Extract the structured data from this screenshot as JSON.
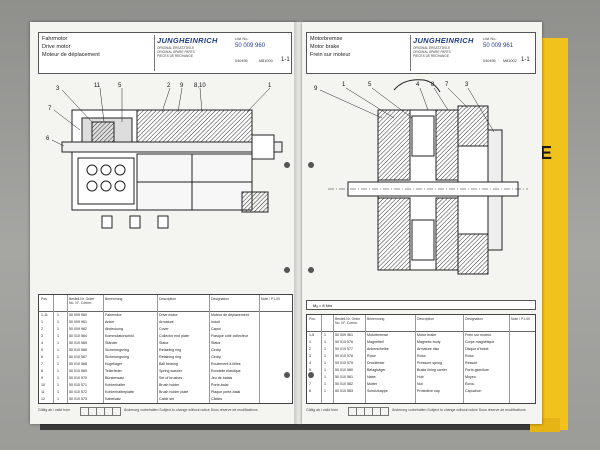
{
  "left_page": {
    "title": [
      "Fahrmotor",
      "Drive motor",
      "Moteur de déplacement"
    ],
    "brand": "JUNGHEINRICH",
    "original_lines": [
      "ORIGINAL ERSATZTEILE",
      "ORIGINAL SPARE PARTS",
      "PIECES DE RECHANGE"
    ],
    "list_no_label": "List No.",
    "part_number": "50 009 960",
    "date": "040495",
    "code": "M81000",
    "page": "1-1",
    "table_header": [
      "Pos.",
      "Bestell-Nr. Order No. N°. Comm.",
      "Benennung",
      "Description",
      "Désignation",
      "Note / P1-00"
    ],
    "rows": [
      [
        "1-11",
        "1",
        "50 009 960",
        "Fahrmotor",
        "Drive motor",
        "Moteur de déplacement"
      ],
      [
        "1",
        "1",
        "50 009 961",
        "Anker",
        "Armature",
        "Induit"
      ],
      [
        "2",
        "1",
        "50 009 962",
        "Abdeckung",
        "Cover",
        "Capot"
      ],
      [
        "3",
        "1",
        "50 010 564",
        "Kommutatorschild",
        "Collector end plate",
        "Flasque côté collecteur"
      ],
      [
        "4",
        "1",
        "50 010 565",
        "Ständer",
        "Stator",
        "Stator"
      ],
      [
        "5",
        "1",
        "50 010 566",
        "Sicherungsring",
        "Retaining ring",
        "Circlip"
      ],
      [
        "6",
        "1",
        "50 010 567",
        "Sicherungsring",
        "Retaining ring",
        "Circlip"
      ],
      [
        "7",
        "1",
        "50 010 568",
        "Kugellager",
        "Ball bearing",
        "Roulement à billes"
      ],
      [
        "8",
        "1",
        "50 010 569",
        "Tellerfeder",
        "Spring washer",
        "Rondelle élastique"
      ],
      [
        "9",
        "1",
        "50 010 570",
        "Bürstensatz",
        "Set of brushes",
        "Jeu de balais"
      ],
      [
        "10",
        "1",
        "50 010 571",
        "Kohlenhalter",
        "Brush holder",
        "Porte-balai"
      ],
      [
        "11",
        "1",
        "50 010 572",
        "Kohlenhalterplatte",
        "Brush holder plate",
        "Plaque porte-balai"
      ],
      [
        "12",
        "1",
        "50 010 573",
        "Kabelsatz",
        "Cable set",
        "Câbles"
      ]
    ],
    "footer_label": "Gültig ab / valid from",
    "footer_text": "Änderung vorbehalten   Subject to change without notice   Sous réserve de modifications",
    "callouts": [
      "3",
      "11",
      "5",
      "2",
      "9",
      "8,10",
      "1",
      "7",
      "6"
    ]
  },
  "right_page": {
    "title": [
      "Motorbremse",
      "Motor brake",
      "Frein sur moteur"
    ],
    "brand": "JUNGHEINRICH",
    "original_lines": [
      "ORIGINAL ERSATZTEILE",
      "ORIGINAL SPARE PARTS",
      "PIECES DE RECHANGE"
    ],
    "list_no_label": "List No.",
    "part_number": "50 009 961",
    "date": "040495",
    "code": "M81002",
    "page": "1-1",
    "torque_note": "Mₐ = 8 Nm",
    "table_header": [
      "Pos.",
      "Bestell-Nr. Order No. N°. Comm.",
      "Benennung",
      "Description",
      "Désignation",
      "Note / P1-00"
    ],
    "rows": [
      [
        "1-5",
        "1",
        "50 009 961",
        "Motorbremse",
        "Motor brake",
        "Frein sur moteur"
      ],
      [
        "1",
        "1",
        "50 010 576",
        "Magnetteil",
        "Magnetic body",
        "Corps magnétique"
      ],
      [
        "2",
        "1",
        "50 010 577",
        "Ankerscheibe",
        "Armature disc",
        "Disque d'induit"
      ],
      [
        "3",
        "1",
        "50 010 578",
        "Rotor",
        "Rotor",
        "Rotor"
      ],
      [
        "4",
        "1",
        "50 010 579",
        "Druckfeder",
        "Pressure spring",
        "Ressort"
      ],
      [
        "5",
        "1",
        "50 010 580",
        "Belagträger",
        "Brake lining carrier",
        "Porte-garniture"
      ],
      [
        "6",
        "1",
        "50 010 581",
        "Nabe",
        "Hub",
        "Moyeu"
      ],
      [
        "7",
        "1",
        "50 010 582",
        "Mutter",
        "Nut",
        "Écrou"
      ],
      [
        "8",
        "1",
        "50 010 583",
        "Schutzkappe",
        "Protective cap",
        "Capuchon"
      ]
    ],
    "footer_label": "Gültig ab / valid from",
    "footer_text": "Änderung vorbehalten   Subject to change without notice   Sous réserve de modifications",
    "callouts": [
      "9",
      "1",
      "5",
      "4",
      "8",
      "7",
      "3"
    ]
  },
  "tab_letter": "E"
}
